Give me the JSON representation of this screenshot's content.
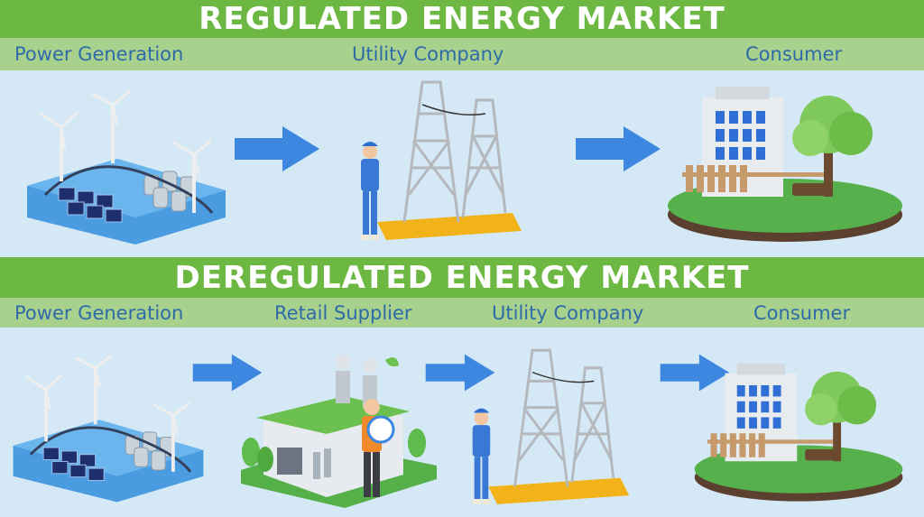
{
  "regulated": {
    "title": "REGULATED ENERGY MARKET",
    "stages": [
      "Power Generation",
      "Utility Company",
      "Consumer"
    ]
  },
  "deregulated": {
    "title": "DEREGULATED ENERGY MARKET",
    "stages": [
      "Power Generation",
      "Retail Supplier",
      "Utility Company",
      "Consumer"
    ]
  },
  "colors": {
    "banner_green": "#6db843",
    "label_green": "#a9d18e",
    "label_text_blue": "#2f6aa8",
    "panel_bg": "#d4e9f5",
    "arrow_blue": "#3d87e0"
  }
}
